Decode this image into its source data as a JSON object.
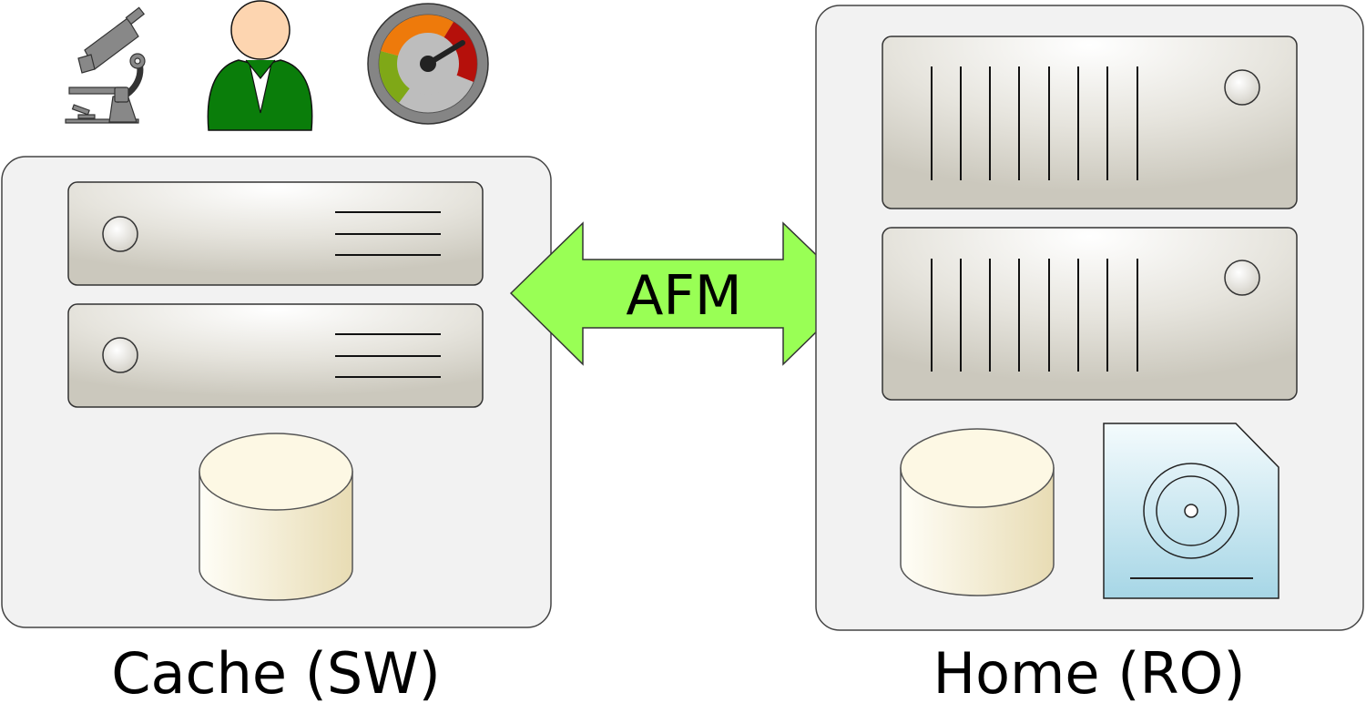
{
  "arrow": {
    "label": "AFM",
    "fill": "#99ff55"
  },
  "cache": {
    "label": "Cache (SW)"
  },
  "home": {
    "label": "Home (RO)"
  },
  "icons": [
    "microscope-icon",
    "user-icon",
    "gauge-icon",
    "server-icon",
    "database-icon",
    "disk-icon"
  ],
  "colors": {
    "panel": "#f2f2f2",
    "server": "#e4e2db",
    "database": "#f3ecd0",
    "disk": "#c6e6ee",
    "user": "#0a7d0a",
    "gauge_green": "#7fa817",
    "gauge_orange": "#ee7a0b",
    "gauge_red": "#b5100b"
  }
}
